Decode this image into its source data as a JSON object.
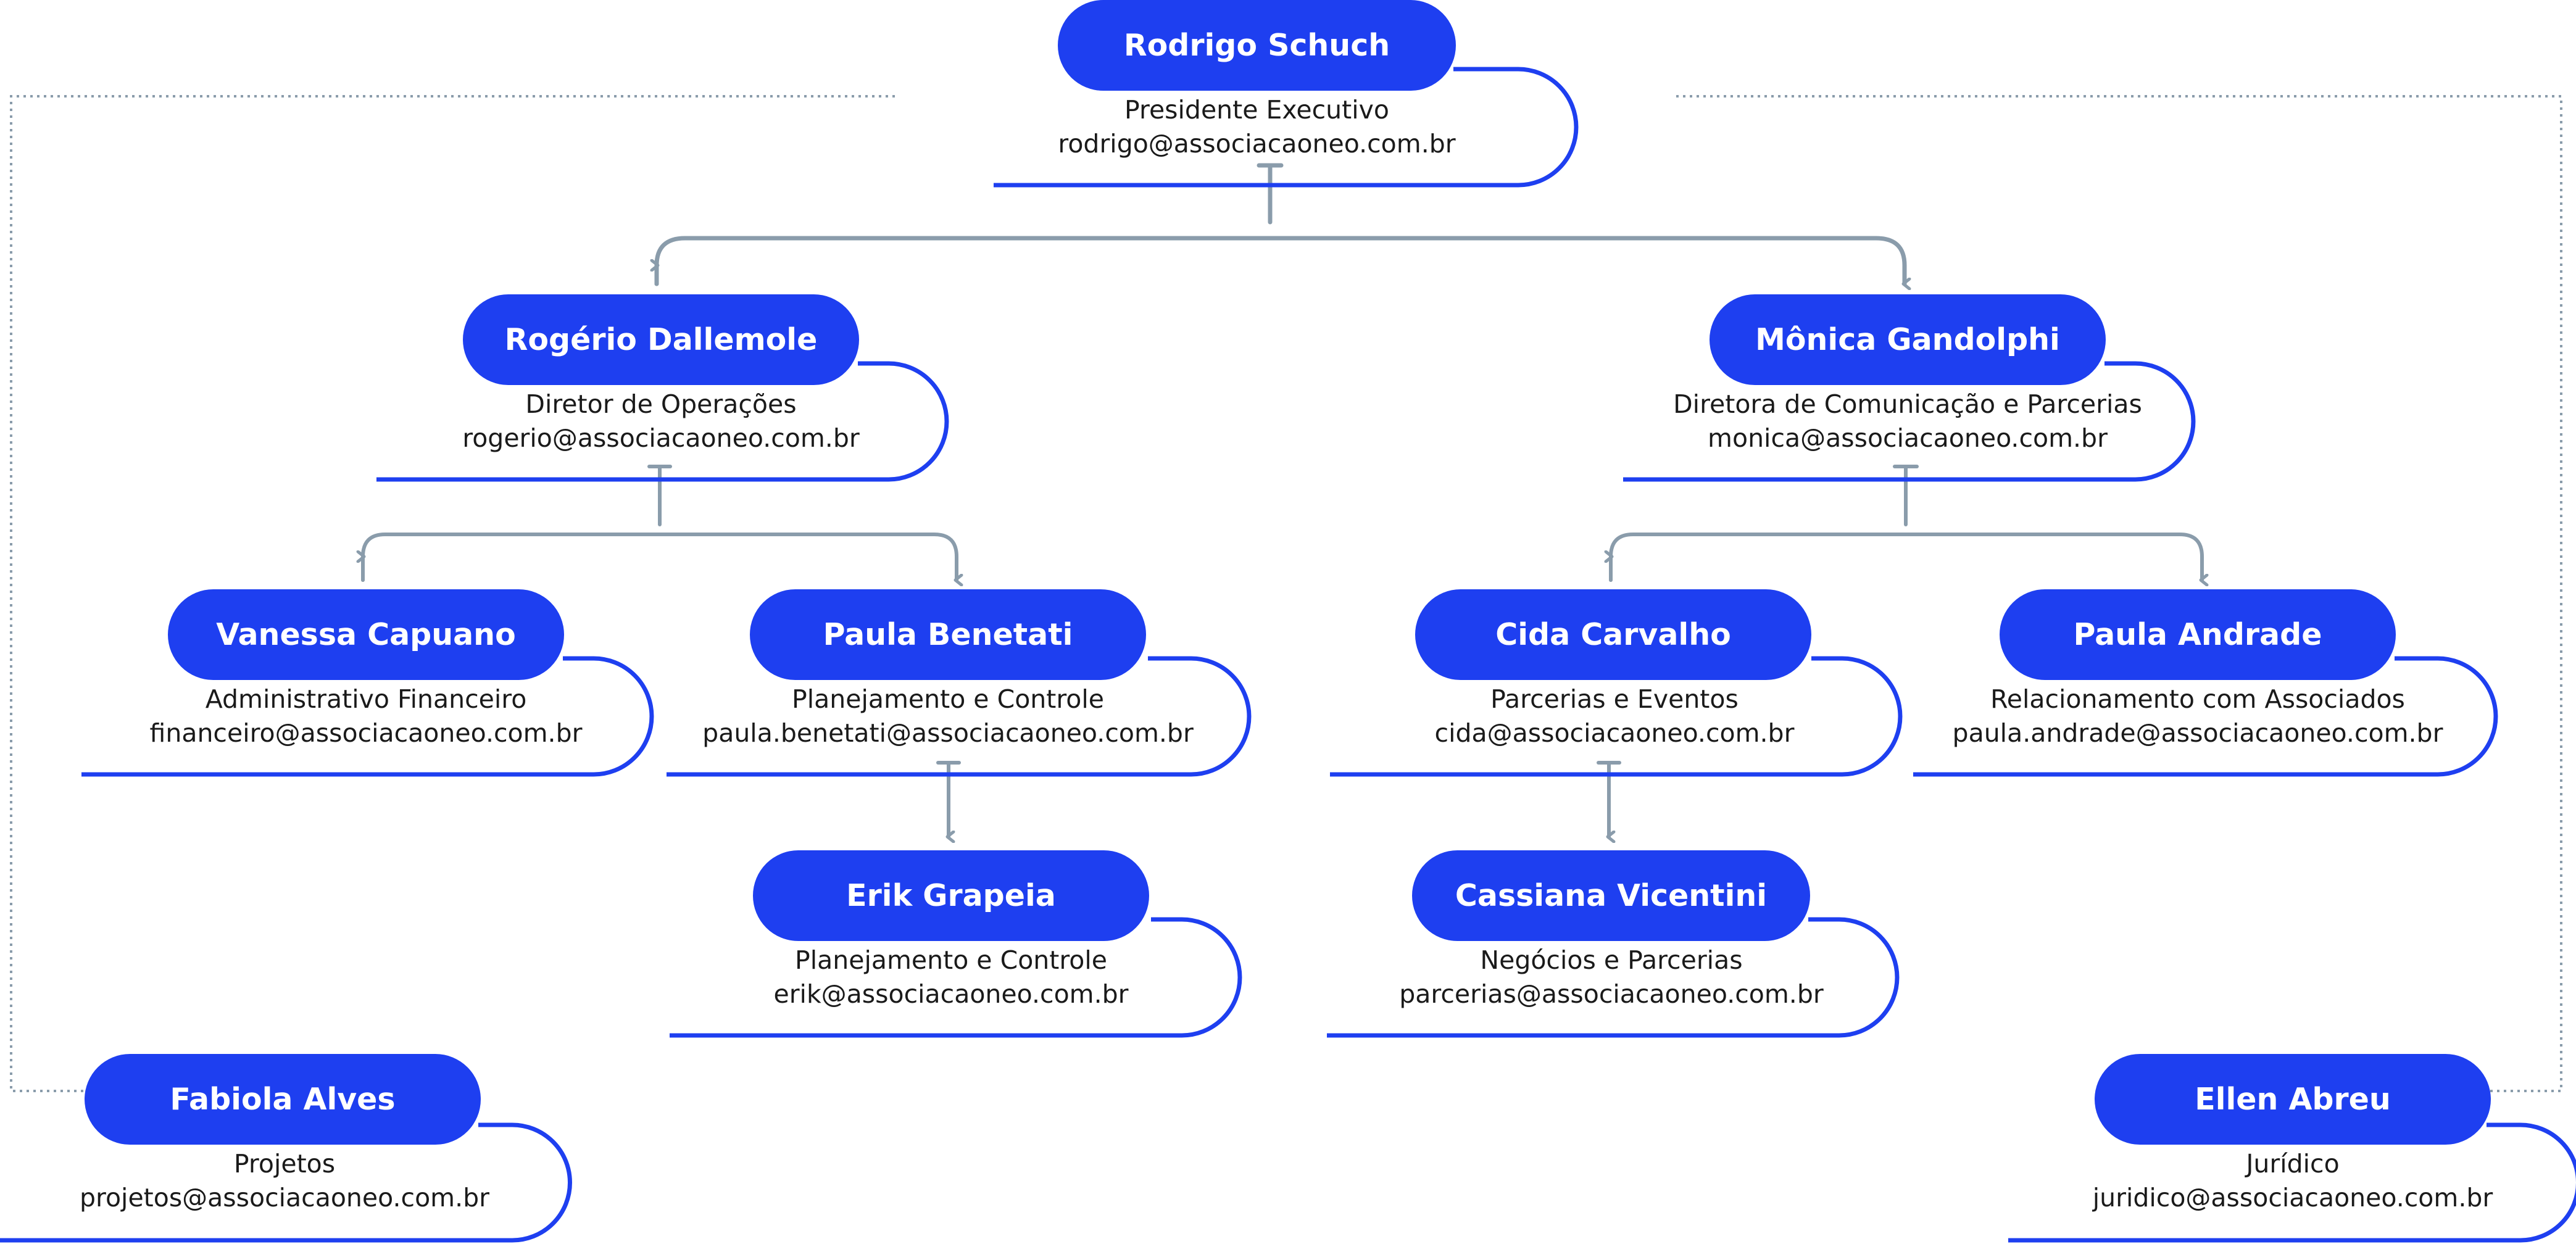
{
  "colors": {
    "pill": "#1e3ff0",
    "frame": "#1e3ff0",
    "connector": "#8a9cab",
    "dotted": "#8a9cab",
    "text": "#1a1a1a",
    "pill_text": "#ffffff"
  },
  "nodes": [
    {
      "id": "rodrigo",
      "name": "Rodrigo Schuch",
      "role": "Presidente Executivo",
      "email": "rodrigo@associacaoneo.com.br"
    },
    {
      "id": "rogerio",
      "name": "Rogério Dallemole",
      "role": "Diretor de Operações",
      "email": "rogerio@associacaoneo.com.br"
    },
    {
      "id": "monica",
      "name": "Mônica Gandolphi",
      "role": "Diretora de Comunicação e Parcerias",
      "email": "monica@associacaoneo.com.br"
    },
    {
      "id": "vanessa",
      "name": "Vanessa Capuano",
      "role": "Administrativo Financeiro",
      "email": "financeiro@associacaoneo.com.br"
    },
    {
      "id": "paula_b",
      "name": "Paula Benetati",
      "role": "Planejamento e Controle",
      "email": "paula.benetati@associacaoneo.com.br"
    },
    {
      "id": "cida",
      "name": "Cida Carvalho",
      "role": "Parcerias e Eventos",
      "email": "cida@associacaoneo.com.br"
    },
    {
      "id": "paula_a",
      "name": "Paula Andrade",
      "role": "Relacionamento com Associados",
      "email": "paula.andrade@associacaoneo.com.br"
    },
    {
      "id": "erik",
      "name": "Erik Grapeia",
      "role": "Planejamento e Controle",
      "email": "erik@associacaoneo.com.br"
    },
    {
      "id": "cassiana",
      "name": "Cassiana Vicentini",
      "role": "Negócios e Parcerias",
      "email": "parcerias@associacaoneo.com.br"
    },
    {
      "id": "fabiola",
      "name": "Fabiola Alves",
      "role": "Projetos",
      "email": "projetos@associacaoneo.com.br"
    },
    {
      "id": "ellen",
      "name": "Ellen Abreu",
      "role": "Jurídico",
      "email": "juridico@associacaoneo.com.br"
    }
  ]
}
